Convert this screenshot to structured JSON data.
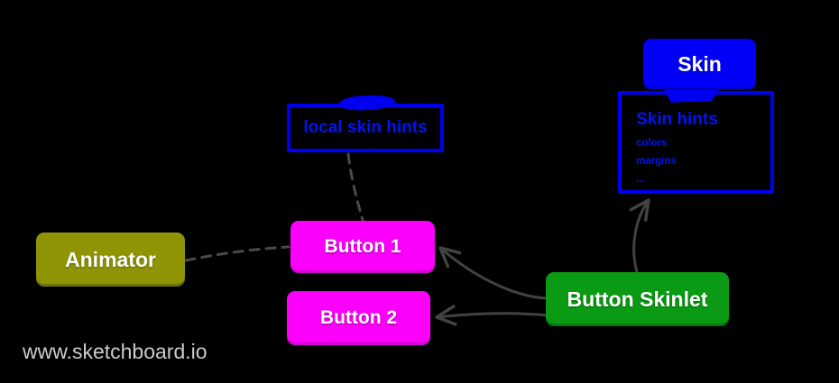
{
  "watermark": "www.sketchboard.io",
  "nodes": {
    "skin": {
      "label": "Skin",
      "fill": "#0000F8",
      "text_color": "#FFFFFF"
    },
    "skin_hints": {
      "title": "Skin hints",
      "items": [
        "colors",
        "margins",
        "..."
      ],
      "border_color": "#0000F0",
      "text_color": "#0014F2"
    },
    "local_skin_hints": {
      "label": "local skin hints",
      "border_color": "#0000F0",
      "text_color": "#0014F2"
    },
    "animator": {
      "label": "Animator",
      "fill": "#8F9404",
      "text_color": "#FFFFFF"
    },
    "button1": {
      "label": "Button 1",
      "fill": "#FB00FB",
      "text_color": "#FFFFFF"
    },
    "button2": {
      "label": "Button 2",
      "fill": "#FB00FB",
      "text_color": "#FFFFFF"
    },
    "button_skinlet": {
      "label": "Button Skinlet",
      "fill": "#0B9A14",
      "text_color": "#FFFFFF"
    }
  },
  "edges": [
    {
      "from": "local_skin_hints",
      "to": "button1",
      "style": "dashed",
      "arrow": false
    },
    {
      "from": "animator",
      "to": "button1",
      "style": "dashed",
      "arrow": false
    },
    {
      "from": "button_skinlet",
      "to": "button1",
      "style": "solid",
      "arrow": true
    },
    {
      "from": "button_skinlet",
      "to": "button2",
      "style": "solid",
      "arrow": true
    },
    {
      "from": "button_skinlet",
      "to": "skin_hints",
      "style": "solid",
      "arrow": true
    }
  ],
  "colors": {
    "background": "#000000",
    "blue": "#0000F0",
    "magenta": "#FB00FB",
    "green": "#0B9A14",
    "olive": "#8F9404",
    "edge_solid": "#424242",
    "edge_dashed": "#4A4A4A",
    "watermark": "#CBCBCB"
  }
}
